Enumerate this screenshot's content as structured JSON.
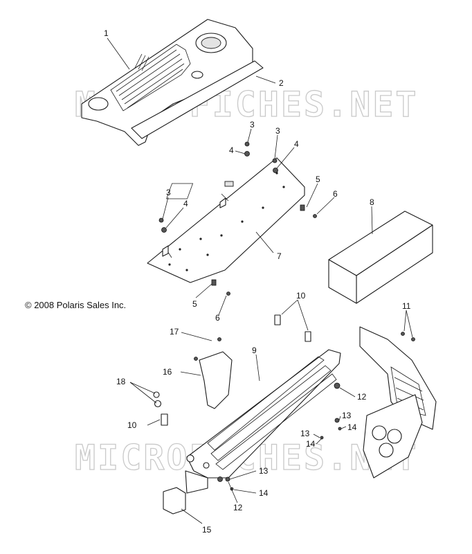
{
  "copyright": "© 2008 Polaris Sales Inc.",
  "watermark": "MICROFICHES.NET",
  "callouts": [
    {
      "id": "c1",
      "text": "1"
    },
    {
      "id": "c2",
      "text": "2"
    },
    {
      "id": "c3a",
      "text": "3"
    },
    {
      "id": "c3b",
      "text": "3"
    },
    {
      "id": "c4a",
      "text": "4"
    },
    {
      "id": "c4b",
      "text": "4"
    },
    {
      "id": "c5a",
      "text": "5"
    },
    {
      "id": "c6a",
      "text": "6"
    },
    {
      "id": "c8",
      "text": "8"
    },
    {
      "id": "c3c",
      "text": "3"
    },
    {
      "id": "c4c",
      "text": "4"
    },
    {
      "id": "c7",
      "text": "7"
    },
    {
      "id": "c10a",
      "text": "10"
    },
    {
      "id": "c5b",
      "text": "5"
    },
    {
      "id": "c6b",
      "text": "6"
    },
    {
      "id": "c11",
      "text": "11"
    },
    {
      "id": "c17",
      "text": "17"
    },
    {
      "id": "c9",
      "text": "9"
    },
    {
      "id": "c16",
      "text": "16"
    },
    {
      "id": "c12a",
      "text": "12"
    },
    {
      "id": "c18",
      "text": "18"
    },
    {
      "id": "c13a",
      "text": "13"
    },
    {
      "id": "c14a",
      "text": "14"
    },
    {
      "id": "c13b",
      "text": "13"
    },
    {
      "id": "c10b",
      "text": "10"
    },
    {
      "id": "c14b",
      "text": "14"
    },
    {
      "id": "c13c",
      "text": "13"
    },
    {
      "id": "c14c",
      "text": "14"
    },
    {
      "id": "c12b",
      "text": "12"
    },
    {
      "id": "c15",
      "text": "15"
    }
  ]
}
